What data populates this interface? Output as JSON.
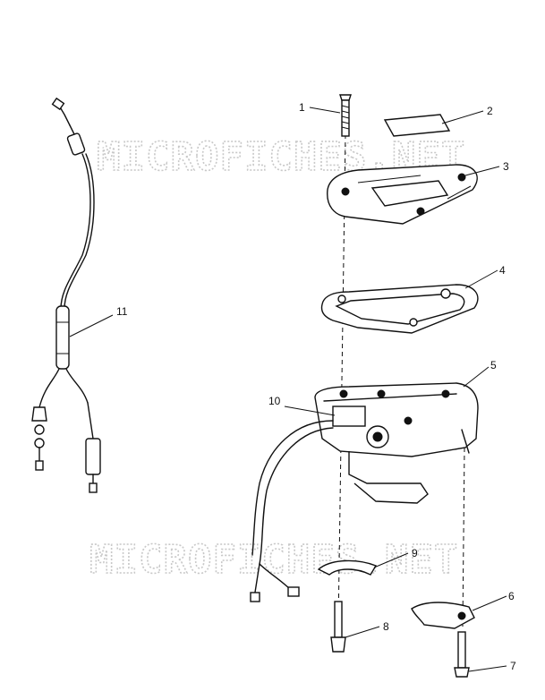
{
  "watermarks": [
    "MICROFICHES.NET",
    "MICROFICHES.NET"
  ],
  "callouts": [
    {
      "id": "1",
      "part": "screw"
    },
    {
      "id": "2",
      "part": "decal"
    },
    {
      "id": "3",
      "part": "cover-plate"
    },
    {
      "id": "4",
      "part": "gasket"
    },
    {
      "id": "5",
      "part": "housing"
    },
    {
      "id": "6",
      "part": "clamp"
    },
    {
      "id": "7",
      "part": "clamp-screw"
    },
    {
      "id": "8",
      "part": "mount-screw"
    },
    {
      "id": "9",
      "part": "spring-clip"
    },
    {
      "id": "10",
      "part": "wire-harness"
    },
    {
      "id": "11",
      "part": "throttle-cable"
    }
  ]
}
